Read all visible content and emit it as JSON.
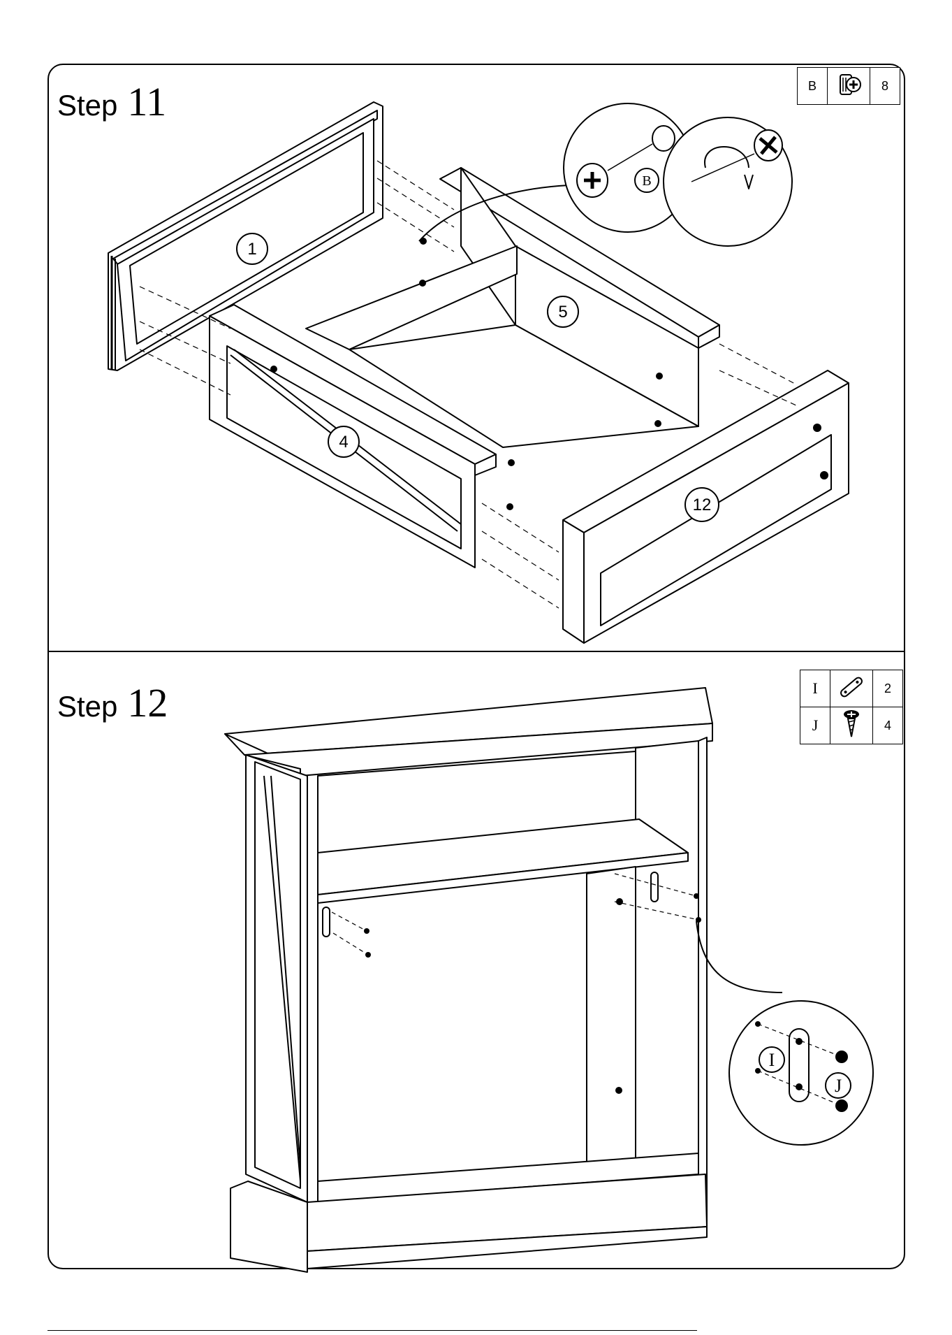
{
  "step11": {
    "word": "Step",
    "number": "11",
    "parts": [
      {
        "letter": "B",
        "icon": "cam-lock-icon",
        "qty": "8"
      }
    ],
    "labels": {
      "p1": "1",
      "p4": "4",
      "p5": "5",
      "p12": "12",
      "callout": "B"
    }
  },
  "step12": {
    "word": "Step",
    "number": "12",
    "parts": [
      {
        "letter": "I",
        "icon": "bracket-plate-icon",
        "qty": "2"
      },
      {
        "letter": "J",
        "icon": "screw-icon",
        "qty": "4"
      }
    ],
    "labels": {
      "i": "I",
      "j": "J"
    }
  }
}
